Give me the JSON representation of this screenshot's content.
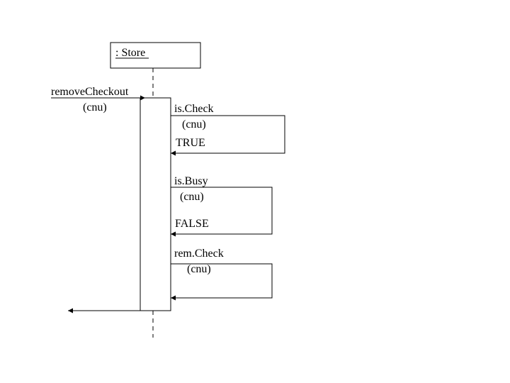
{
  "lifeline": {
    "name": ": Store"
  },
  "messages": {
    "incoming": {
      "name": "removeCheckout",
      "arg": "(cnu)"
    },
    "call1": {
      "name": "is.Check",
      "arg": "(cnu)",
      "result": "TRUE"
    },
    "call2": {
      "name": "is.Busy",
      "arg": "(cnu)",
      "result": "FALSE"
    },
    "call3": {
      "name": "rem.Check",
      "arg": "(cnu)"
    }
  }
}
